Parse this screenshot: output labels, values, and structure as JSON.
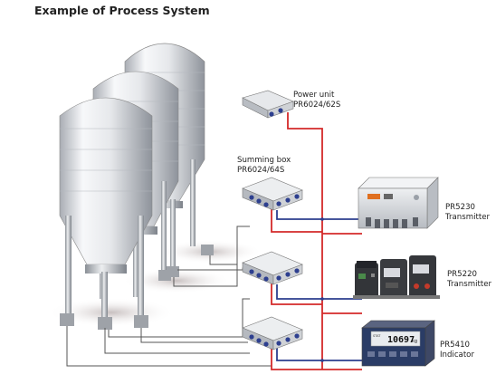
{
  "title": "Example of Process System",
  "components": {
    "power_unit": {
      "name": "Power unit",
      "model": "PR6024/62S"
    },
    "summing_box": {
      "name": "Summing box",
      "model": "PR6024/64S"
    },
    "transmitter_pr5230": {
      "model": "PR5230",
      "name": "Transmitter"
    },
    "transmitter_pr5220": {
      "model": "PR5220",
      "name": "Transmitter"
    },
    "indicator_pr5410": {
      "model": "PR5410",
      "name": "Indicator",
      "display_value": "10697",
      "display_unit": "kg",
      "display_status": "STAT"
    }
  },
  "colors": {
    "power_line": "#d42a2a",
    "signal_line": "#2d3f8f",
    "load_cell_cable": "#555555",
    "device_case": "#d9dbde",
    "display_panel": "#2a3c66",
    "steel_light": "#f2f3f5",
    "steel_dark": "#9a9ea6"
  },
  "icons": [
    "tank-silo-icon",
    "junction-box-icon",
    "transmitter-icon",
    "din-rail-module-icon",
    "panel-indicator-icon"
  ]
}
